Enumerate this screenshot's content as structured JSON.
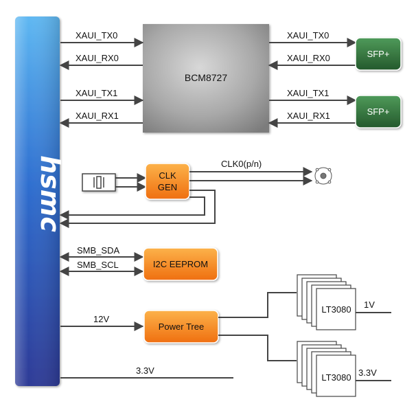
{
  "connector": {
    "logo_text": "hsmc"
  },
  "phy": {
    "chip_label": "BCM8727",
    "host_signals": [
      "XAUI_TX0",
      "XAUI_RX0",
      "XAUI_TX1",
      "XAUI_RX1"
    ],
    "line_signals": [
      "XAUI_TX0",
      "XAUI_RX0",
      "XAUI_TX1",
      "XAUI_RX1"
    ],
    "sfp_labels": [
      "SFP+",
      "SFP+"
    ]
  },
  "clock": {
    "gen_label_line1": "CLK",
    "gen_label_line2": "GEN",
    "output_label": "CLK0(p/n)"
  },
  "eeprom": {
    "label": "I2C EEPROM",
    "signals": [
      "SMB_SDA",
      "SMB_SCL"
    ]
  },
  "power": {
    "input_label": "12V",
    "tree_label": "Power Tree",
    "regulators": [
      {
        "label": "LT3080",
        "output": "1V"
      },
      {
        "label": "LT3080",
        "output": "3.3V"
      }
    ],
    "rail_label": "3.3V"
  },
  "colors": {
    "connector_top": "#5fb3f0",
    "connector_bottom": "#2f3f9c",
    "orange_box": "#f58a1f",
    "green_box": "#2f6f3a",
    "chip_gray": "#a9a9a9",
    "line": "#444444"
  }
}
